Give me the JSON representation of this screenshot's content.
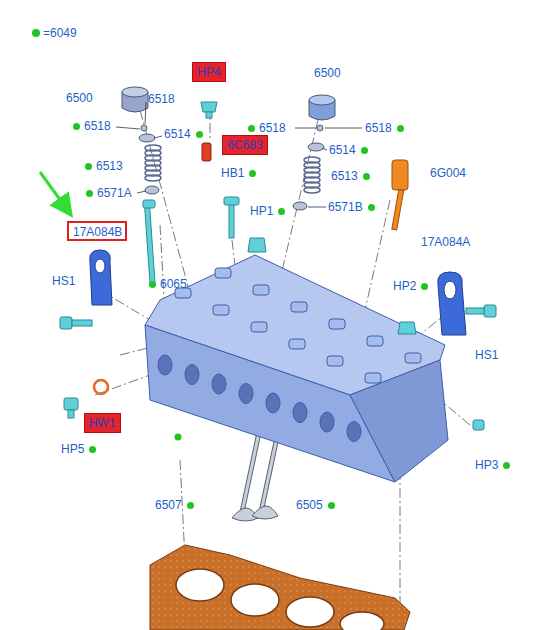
{
  "diagram": {
    "nodes": [
      {
        "text": [
          "17A084B"
        ]
      },
      {
        "text": [
          "HP4"
        ]
      },
      {
        "text": [
          "6C683"
        ]
      },
      {
        "text": [
          "HW1"
        ]
      }
    ],
    "edges": [],
    "labels": [
      "6500",
      "6518",
      "6518",
      "6514",
      "6513",
      "6571A",
      "HS1",
      "6065",
      "HB1",
      "HP1",
      "6500",
      "6518",
      "6518",
      "6514",
      "6513",
      "6571B",
      "6G004",
      "17A084A",
      "HP2",
      "HS1",
      "HP5",
      "HP3",
      "6507",
      "6505"
    ],
    "legend": [
      {
        "text": "=6049",
        "color": "#22c422"
      }
    ]
  }
}
